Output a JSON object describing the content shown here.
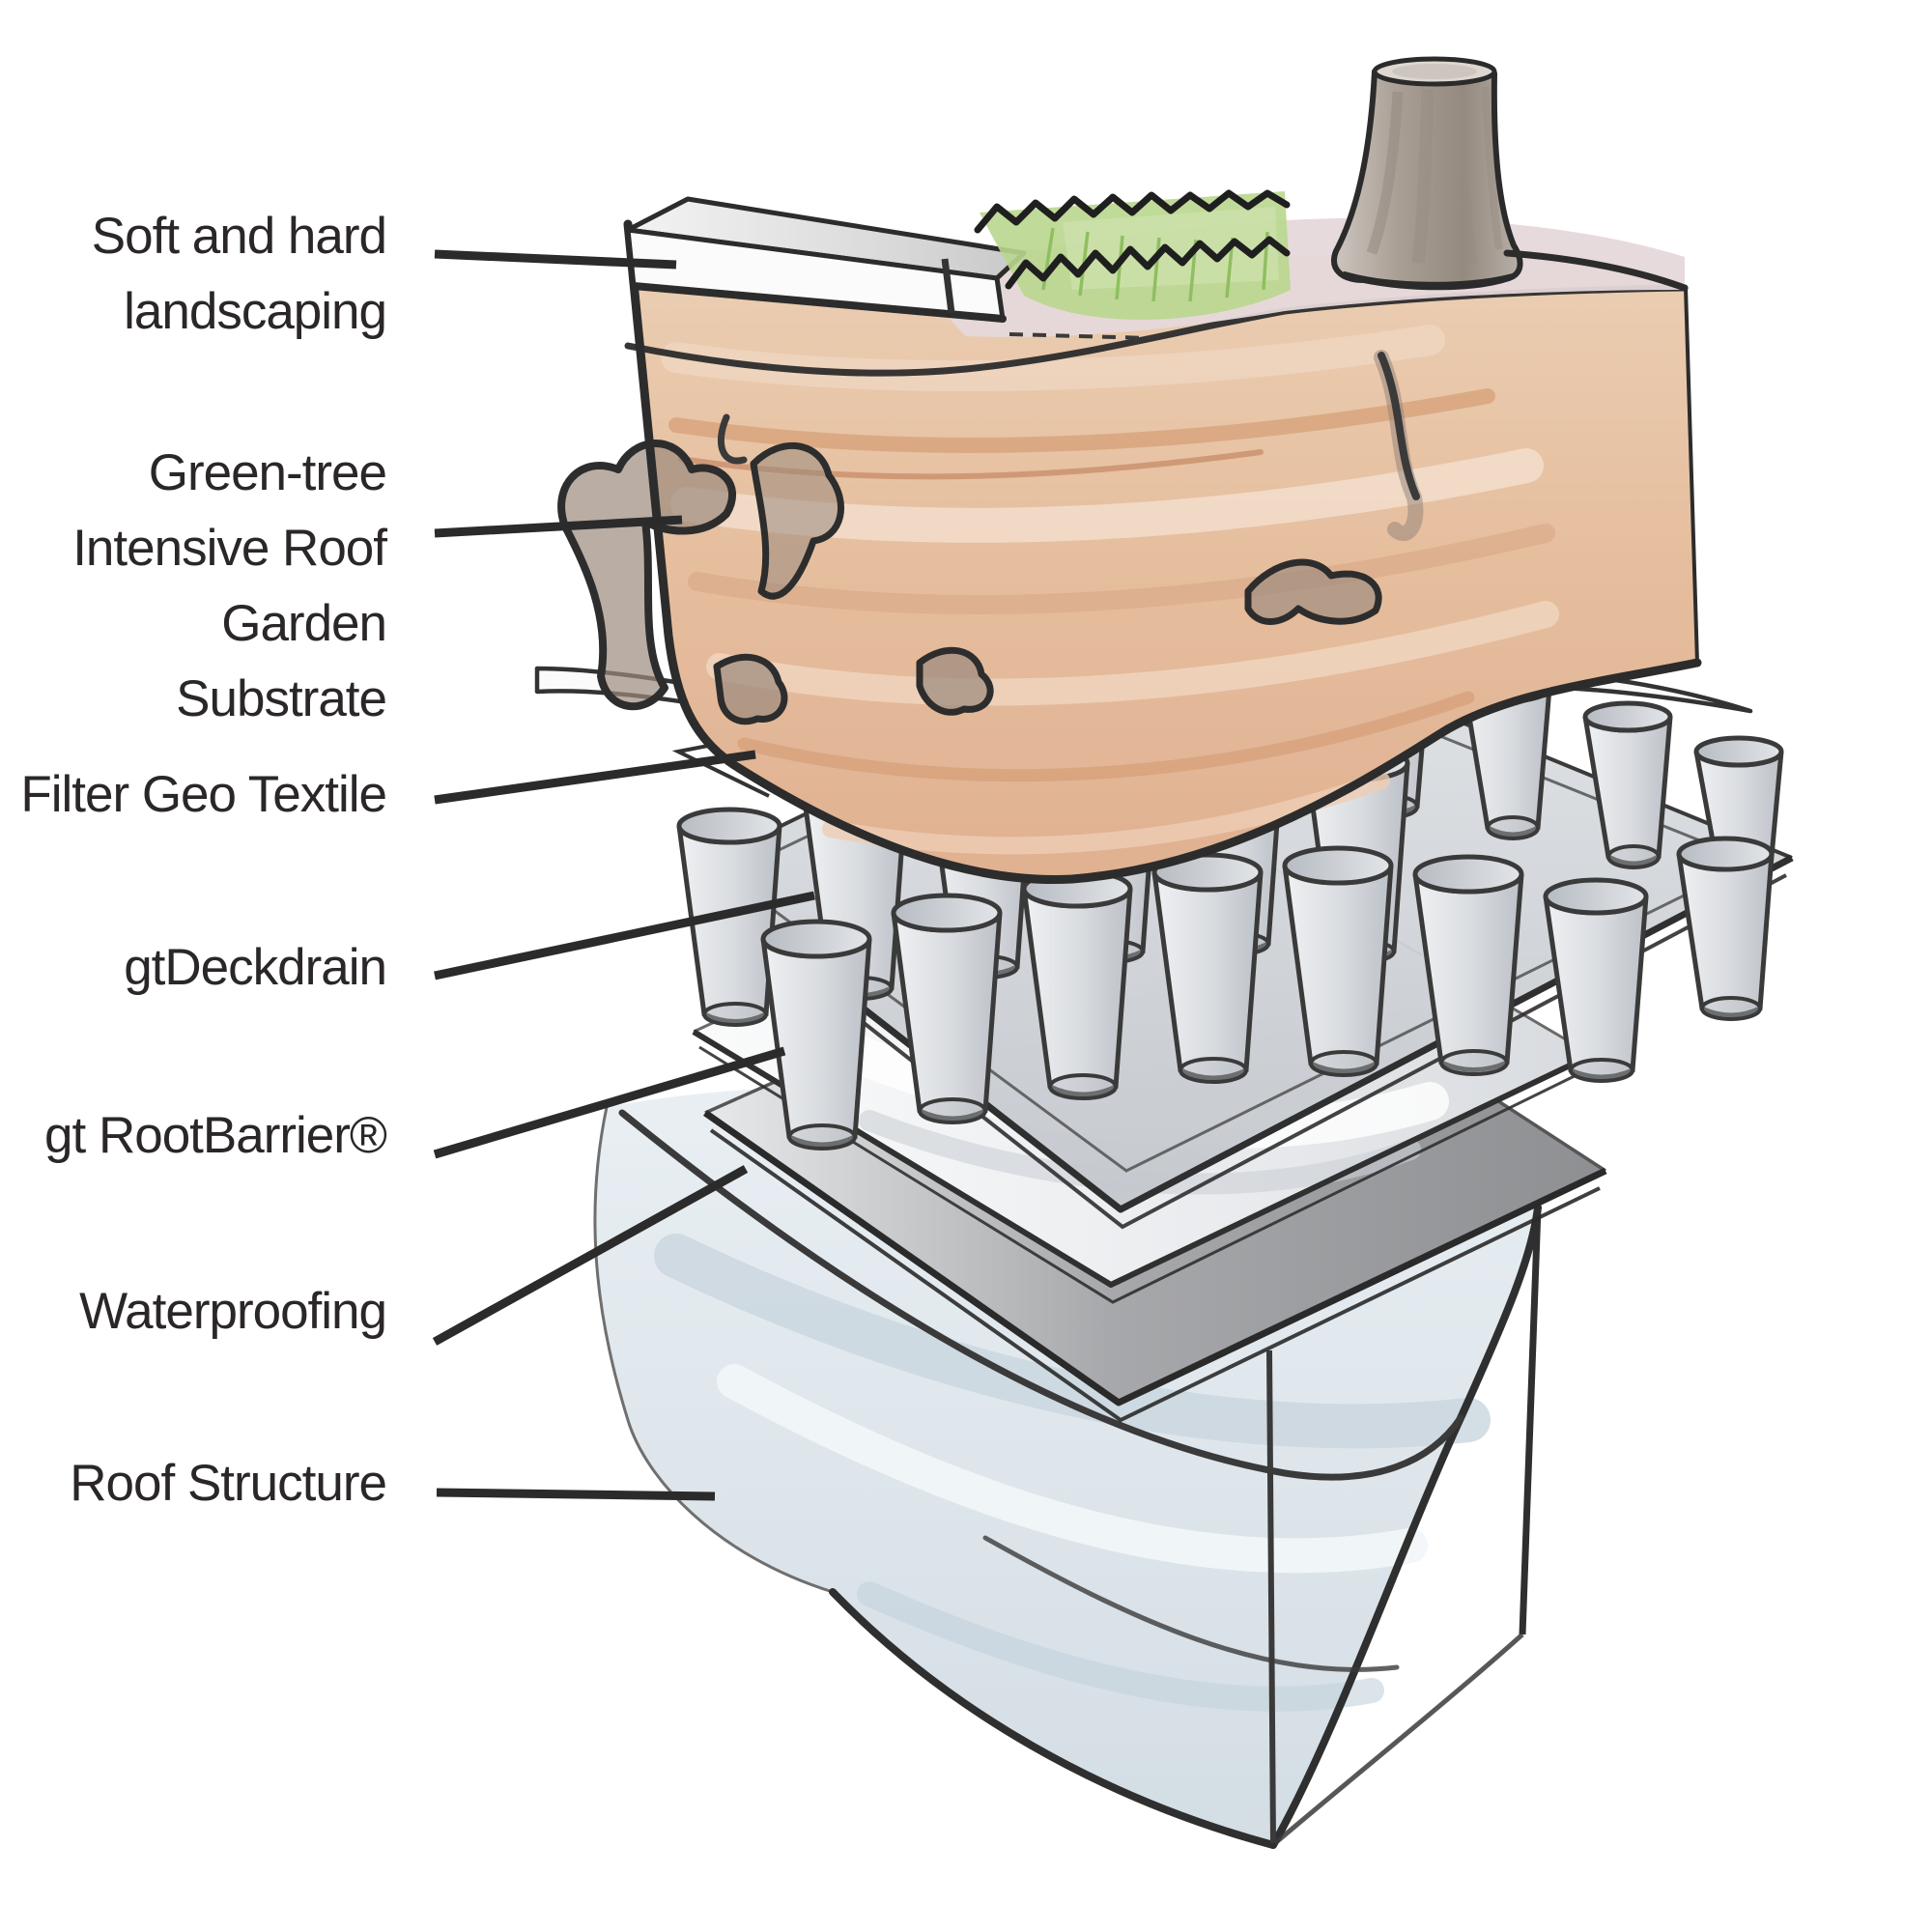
{
  "diagram": {
    "type": "exploded-layer-diagram",
    "subject": "green roof build-up",
    "labels": [
      {
        "id": "soft-hard-landscaping",
        "text": "Soft and hard\nlandscaping"
      },
      {
        "id": "substrate",
        "text": "Green-tree\nIntensive Roof\nGarden Substrate"
      },
      {
        "id": "filter-geo-textile",
        "text": "Filter Geo Textile"
      },
      {
        "id": "gtdeckdrain",
        "text": "gtDeckdrain"
      },
      {
        "id": "gt-rootbarrier",
        "text": "gt RootBarrier®"
      },
      {
        "id": "waterproofing",
        "text": "Waterproofing"
      },
      {
        "id": "roof-structure",
        "text": "Roof Structure"
      }
    ],
    "colors": {
      "background": "#ffffff",
      "text": "#2a2629",
      "leader_line": "#2b2b2b",
      "sketch_outline": "#2e2e2e",
      "substrate_tan": "#e7c3a4",
      "substrate_streak": "#d39e78",
      "grass_green": "#b5d48b",
      "stump_grey": "#a69c93",
      "ground_mauve": "#e4d5d8",
      "paving_white": "#f6f6f6",
      "drain_grey": "#d4d7db",
      "sheet_white": "#f2f4f5",
      "waterproofing_grey": "#9b9c9f",
      "roof_blue_grey": "#dde6ec"
    }
  }
}
